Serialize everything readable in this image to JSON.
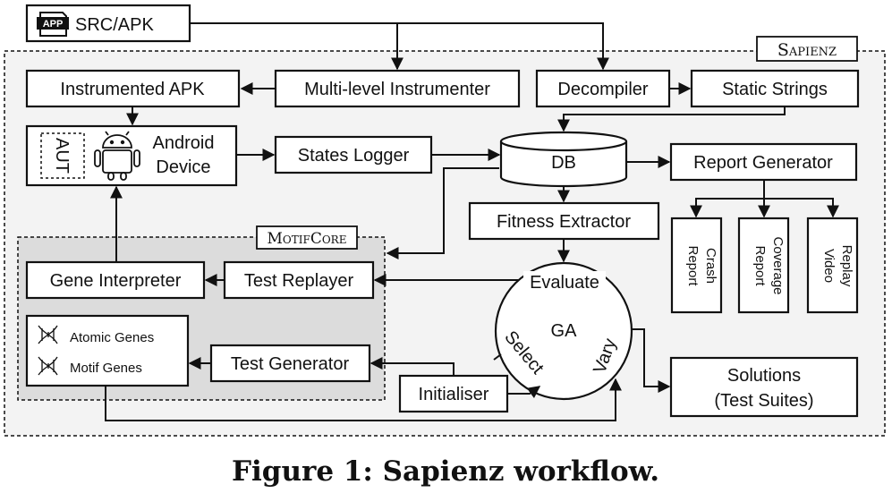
{
  "source": "SRC/APK",
  "app_icon": "APP",
  "sapienz_label": "Sapienz",
  "motifcore_label": "MotifCore",
  "nodes": {
    "instrumented_apk": "Instrumented APK",
    "instrumenter": "Multi-level Instrumenter",
    "decompiler": "Decompiler",
    "static_strings": "Static Strings",
    "aut": "AUT",
    "device_line1": "Android",
    "device_line2": "Device",
    "states_logger": "States Logger",
    "db": "DB",
    "report_generator": "Report Generator",
    "fitness_extractor": "Fitness Extractor",
    "gene_interpreter": "Gene Interpreter",
    "test_replayer": "Test Replayer",
    "atomic_genes": "Atomic Genes",
    "motif_genes": "Motif Genes",
    "test_generator": "Test Generator",
    "initialiser": "Initialiser",
    "solutions_line1": "Solutions",
    "solutions_line2": "(Test Suites)"
  },
  "reports": {
    "crash": [
      "Crash",
      "Report"
    ],
    "coverage": [
      "Coverage",
      "Report"
    ],
    "replay": [
      "Replay",
      "Video"
    ]
  },
  "ga": {
    "center": "GA",
    "evaluate": "Evaluate",
    "select": "Select",
    "vary": "Vary"
  },
  "caption": "Figure 1: Sapienz workflow."
}
